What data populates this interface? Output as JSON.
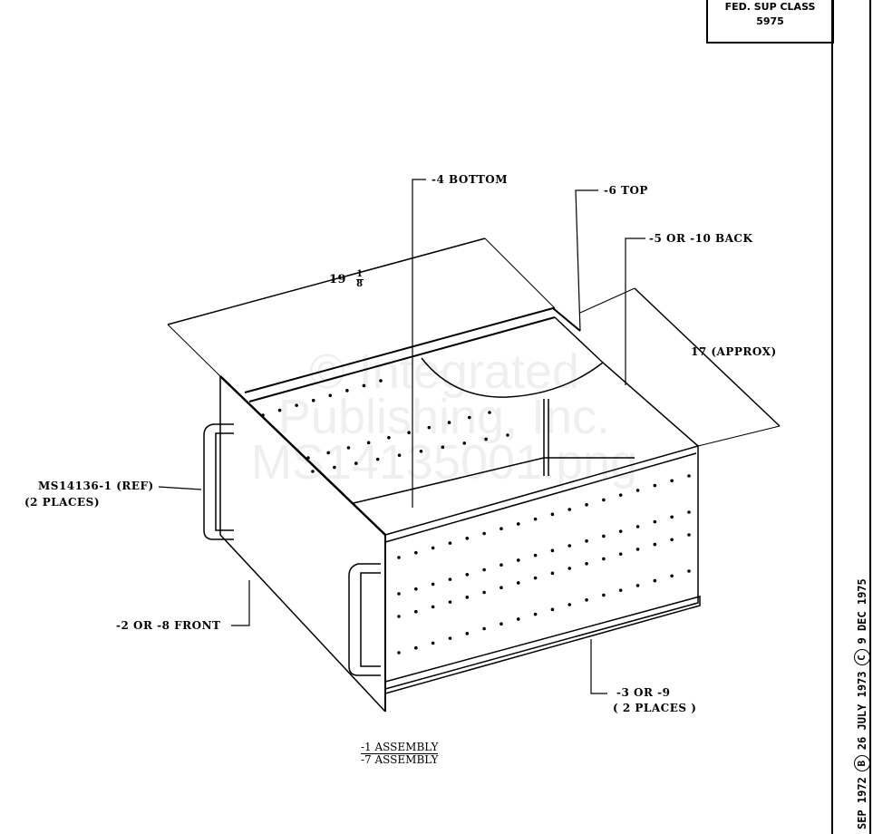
{
  "title_block": {
    "line1": "FED. SUP CLASS",
    "line2": "5975"
  },
  "revision_strip": {
    "date_a": "SEP 1972",
    "rev_b": "B",
    "date_b": "26 JULY 1973",
    "rev_c": "C",
    "date_c": "9 DEC 1975"
  },
  "callouts": {
    "bottom": "-4 BOTTOM",
    "top": "-6 TOP",
    "back": "-5 OR -10 BACK",
    "width_dim_whole": "19",
    "width_dim_num": "1",
    "width_dim_den": "8",
    "depth_dim": "17  (APPROX)",
    "handle_ref": "MS14136-1 (REF)",
    "handle_places": "(2 PLACES)",
    "front": "-2 OR -8 FRONT",
    "sides": "-3 OR -9",
    "sides_places": "( 2 PLACES )"
  },
  "assembly": {
    "line1": "-1 ASSEMBLY",
    "line2": "-7 ASSEMBLY"
  },
  "watermark": {
    "line1": "© Integrated",
    "line2": "Publishing, Inc.",
    "line3": "MS14135001.png"
  }
}
